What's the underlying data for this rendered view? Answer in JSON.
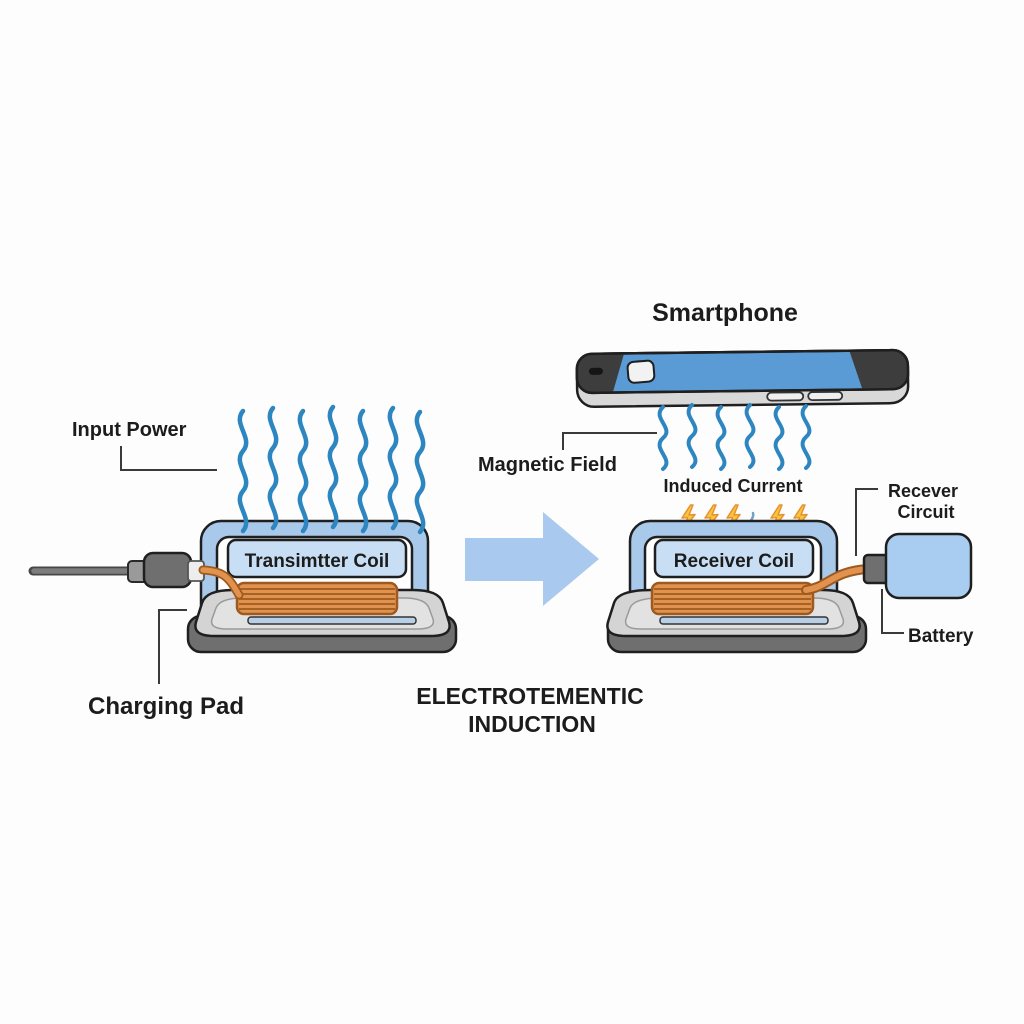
{
  "labels": {
    "input_power": "Input Power",
    "transmitter_coil": "Transimtter Coil",
    "charging_pad": "Charging Pad",
    "smartphone": "Smartphone",
    "magnetic_field": "Magnetic Field",
    "induced_current": "Induced Current",
    "receiver_coil": "Receiver Coil",
    "receiver_circuit_line1": "Recever",
    "receiver_circuit_line2": "Circuit",
    "battery": "Battery",
    "caption_line1": "ELECTROTEMENTIC",
    "caption_line2": "INDUCTION"
  },
  "colors": {
    "magnetic_wave_blue": "#2e86c1",
    "phone_screen_blue": "#5b9bd5",
    "arch_panel_blue": "#a9c9ea",
    "label_box_blue": "#c8def5",
    "coil_orange": "#e0924e",
    "coil_outline_brown": "#9e5a1e",
    "lightning_yellow": "#f7c53f",
    "pad_top_gray": "#d4d4d4",
    "pad_base_gray": "#6f6f6f",
    "arrow_light_blue": "#a9c9ee",
    "battery_blue": "#a9cdf0",
    "text_dark": "#1c1c1c",
    "background": "#fdfdfd"
  }
}
